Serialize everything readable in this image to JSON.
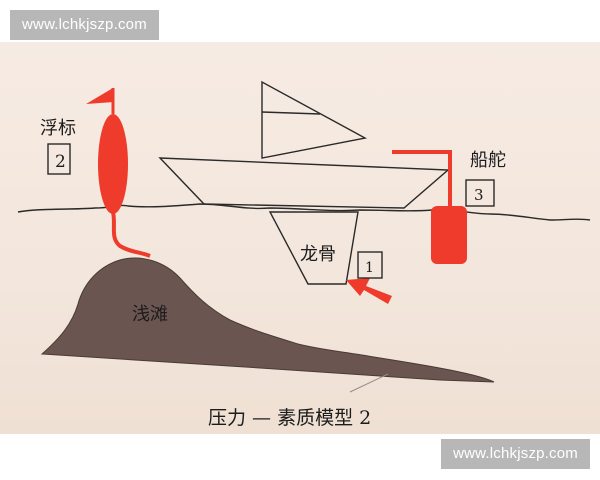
{
  "watermark": {
    "top": "www.lchkjszp.com",
    "bottom": "www.lchkjszp.com"
  },
  "diagram": {
    "buoy_label": "浮标",
    "buoy_number": "2",
    "rudder_label": "船舵",
    "rudder_number": "3",
    "keel_label": "龙骨",
    "keel_number": "1",
    "shoal_label": "浅滩",
    "caption": "压力 — 素质模型 2"
  },
  "colors": {
    "paper": "#f3e6dc",
    "ink": "#2a2a2a",
    "red": "#ee3b2b",
    "shoal": "#6a5550"
  }
}
